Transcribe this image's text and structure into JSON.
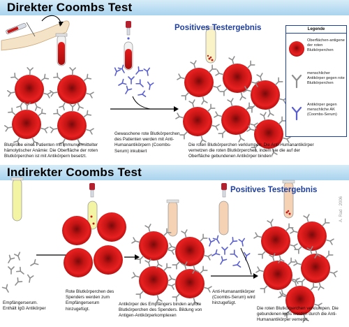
{
  "direct": {
    "title": "Direkter Coombs Test",
    "result_title": "Positives Testergebnis",
    "captions": [
      "Blutprobe eines Patienten mit immunvermittelter hämolytischer Anämie: Die Oberfläche der roten Blutkörperchen ist mit Antikörpern besetzt.",
      "Gewaschene rote Blutkörperchen des Patienten werden mit Anti-Humanantikörpern (Coombs-Serum) inkubiert",
      "Die roten Blutkörperchen verklumpen: Die Anti-Humanantikörper vernetzen die roten Blutkörperchen, indem sie die auf der Oberfläche gebundenen Antikörper binden."
    ]
  },
  "indirect": {
    "title": "Indirekter Coombs Test",
    "result_title": "Positives Testergebnis",
    "captions": [
      "Empfängerserum. Enthält IgG Antikörper",
      "Rote Blutkörperchen des Spenders werden zum Empfängerserum hinzugefügt.",
      "Antikörper des Empfängers binden an rote Blutkörperchen des Spenders. Bildung von Antigen-Antikörperkomplexen",
      "Anti-Humanantikörper (Coombs-Serum) wird hinzugefügt.",
      "Die roten Blutkörperchen verklumpen. Die gebundenen IgGs werden durch die Anti-Humanantikörper vernetzt."
    ]
  },
  "legend": {
    "title": "Legende",
    "items": [
      "Oberflächen-antigene der roten Blutkörperchen",
      "menschlicher Antikörper gegen rote Blutkörperchen",
      "Antikörper gegen menschliche AK (Coombs-Serum)"
    ]
  },
  "watermark": "A. Rad · 2006",
  "colors": {
    "band": "#a9d3ee",
    "result": "#1f3f9e",
    "cell": "#d11a1a",
    "antibody": "#9a9a9a",
    "anti_human": "#5a5fd0"
  }
}
